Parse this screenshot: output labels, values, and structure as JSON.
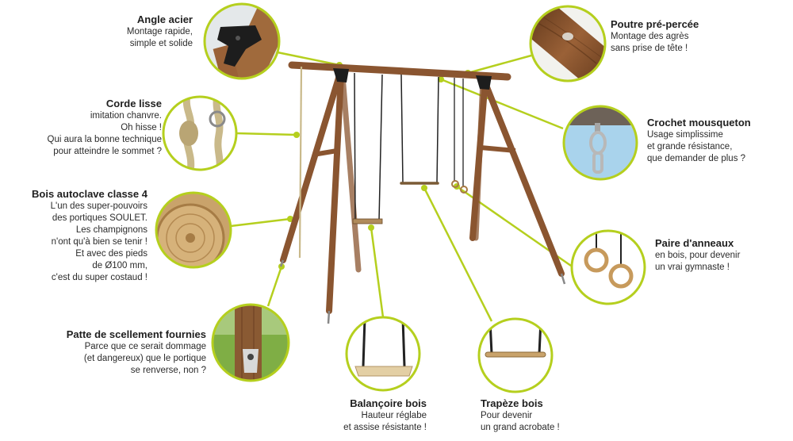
{
  "colors": {
    "accent": "#b5cf1e",
    "wood": "#8a5530",
    "wood_dark": "#6b3f20",
    "rope": "#c9b98a",
    "metal": "#1d1d1d",
    "text": "#2b2b2b"
  },
  "features": [
    {
      "id": "angle-acier",
      "title": "Angle acier",
      "desc": "Montage rapide,\nsimple et solide",
      "icon": "steel-angle-icon"
    },
    {
      "id": "poutre",
      "title": "Poutre pré-percée",
      "desc": "Montage des agrès\nsans prise de tête !",
      "icon": "drilled-beam-icon"
    },
    {
      "id": "corde",
      "title": "Corde lisse",
      "desc": "imitation chanvre.\nOh hisse !\nQui aura la bonne technique\npour atteindre le sommet ?",
      "icon": "rope-knot-icon"
    },
    {
      "id": "crochet",
      "title": "Crochet mousqueton",
      "desc": "Usage simplissime\net grande résistance,\nque demander de plus ?",
      "icon": "carabiner-hook-icon"
    },
    {
      "id": "bois",
      "title": "Bois autoclave classe 4",
      "desc": "L'un des super-pouvoirs\ndes portiques SOULET.\nLes champignons\nn'ont qu'à bien se tenir !\nEt avec des pieds\nde  Ø100 mm,\nc'est du super costaud !",
      "icon": "wood-log-icon"
    },
    {
      "id": "anneaux",
      "title": "Paire d'anneaux",
      "desc": "en bois, pour devenir\nun vrai gymnaste !",
      "icon": "gym-rings-icon"
    },
    {
      "id": "patte",
      "title": "Patte de scellement fournies",
      "desc": "Parce que ce serait dommage\n(et dangereux) que le portique\nse renverse, non ?",
      "icon": "anchor-bracket-icon"
    },
    {
      "id": "balancoire",
      "title": "Balançoire bois",
      "desc": "Hauteur réglabe\net assise résistante !",
      "icon": "wooden-swing-icon"
    },
    {
      "id": "trapeze",
      "title": "Trapèze bois",
      "desc": "Pour devenir\nun grand acrobate !",
      "icon": "trapeze-bar-icon"
    }
  ]
}
